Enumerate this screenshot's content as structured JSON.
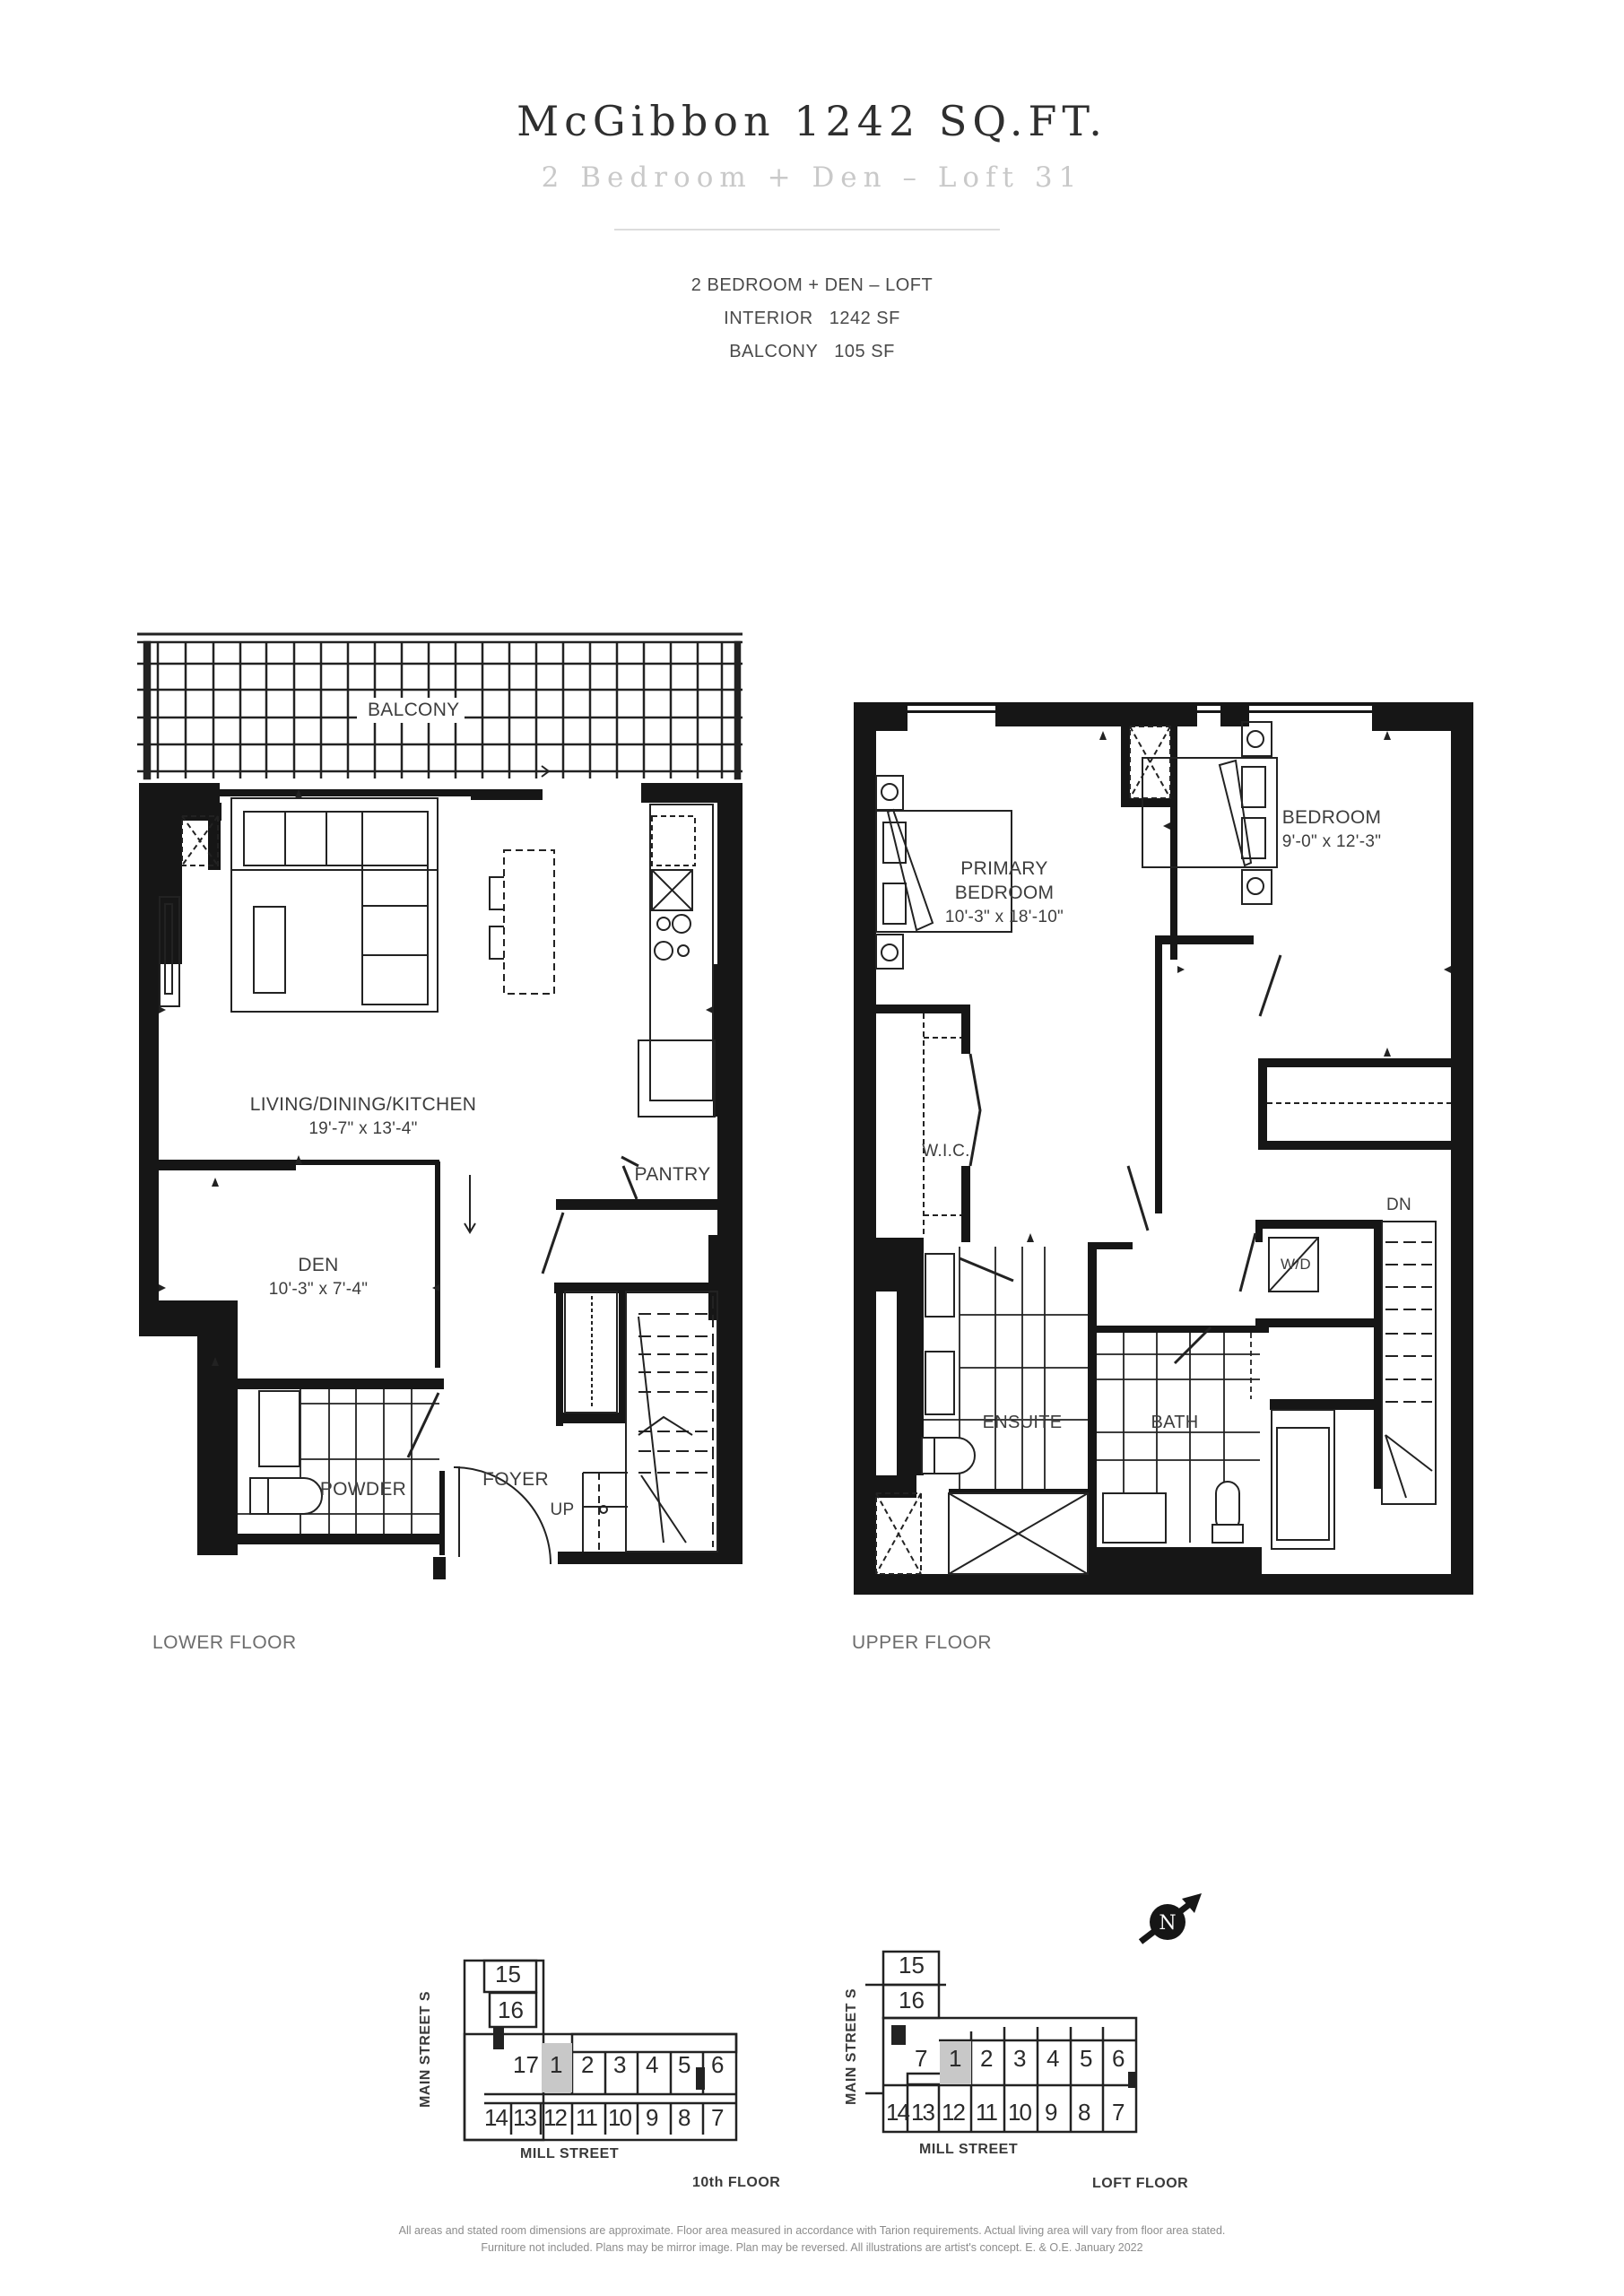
{
  "header": {
    "title": "McGibbon 1242 SQ.FT.",
    "subtitle": "2 Bedroom + Den – Loft 31"
  },
  "specs": {
    "unit_type": "2 BEDROOM + DEN – LOFT",
    "interior_label": "INTERIOR",
    "interior_value": "1242 SF",
    "balcony_label": "BALCONY",
    "balcony_value": "105 SF"
  },
  "lower_floor": {
    "label": "LOWER FLOOR",
    "rooms": {
      "balcony": "BALCONY",
      "living": {
        "name": "LIVING/DINING/KITCHEN",
        "dims": "19'-7\" x 13'-4\""
      },
      "den": {
        "name": "DEN",
        "dims": "10'-3\" x 7'-4\""
      },
      "pantry": "PANTRY",
      "powder": "POWDER",
      "foyer": "FOYER",
      "stairs": "UP"
    }
  },
  "upper_floor": {
    "label": "UPPER FLOOR",
    "rooms": {
      "primary": {
        "name_line1": "PRIMARY",
        "name_line2": "BEDROOM",
        "dims": "10'-3\" x 18'-10\""
      },
      "bedroom": {
        "name": "BEDROOM",
        "dims": "9'-0\" x 12'-3\""
      },
      "wic": "W.I.C.",
      "ensuite": "ENSUITE",
      "bath": "BATH",
      "laundry": "W/D",
      "stairs": "DN"
    }
  },
  "north_arrow": {
    "letter": "N",
    "icon": "north-arrow-icon"
  },
  "key_plans": [
    {
      "floor": "10th FLOOR",
      "street_side": "MAIN STREET S",
      "street_bottom": "MILL STREET",
      "highlighted_unit": "1",
      "units_top": [
        "17",
        "1",
        "2",
        "3",
        "4",
        "5",
        "6"
      ],
      "units_bottom": [
        "14",
        "13",
        "12",
        "11",
        "10",
        "9",
        "8",
        "7"
      ],
      "units_tower": [
        "15",
        "16"
      ]
    },
    {
      "floor": "LOFT FLOOR",
      "street_side": "MAIN STREET S",
      "street_bottom": "MILL STREET",
      "highlighted_unit": "1",
      "units_top": [
        "7",
        "1",
        "2",
        "3",
        "4",
        "5",
        "6"
      ],
      "units_bottom": [
        "14",
        "13",
        "12",
        "11",
        "10",
        "9",
        "8",
        "7"
      ],
      "units_tower": [
        "15",
        "16"
      ]
    }
  ],
  "disclaimer": {
    "line1": "All areas and stated room dimensions are approximate. Floor area measured in accordance with Tarion requirements. Actual living area will vary from floor area stated.",
    "line2": "Furniture not included. Plans may be mirror image. Plan may be reversed. All illustrations are artist's concept. E. & O.E. January 2022"
  },
  "colors": {
    "wall": "#161616",
    "highlight_unit": "#c8c8c8",
    "subtitle": "#c9c9c9",
    "text": "#3a3a3a"
  }
}
